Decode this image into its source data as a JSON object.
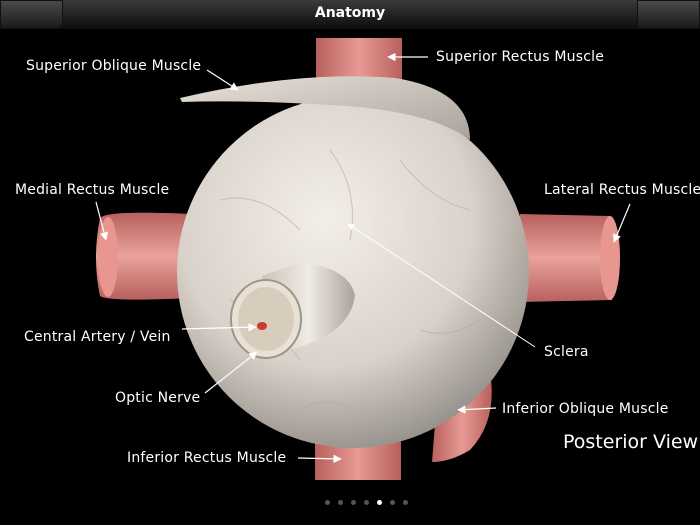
{
  "topbar": {
    "title": "Anatomy"
  },
  "labels": {
    "superior_oblique": "Superior Oblique Muscle",
    "superior_rectus": "Superior Rectus Muscle",
    "medial_rectus": "Medial Rectus Muscle",
    "lateral_rectus": "Lateral Rectus Muscle",
    "central_artery": "Central Artery / Vein",
    "optic_nerve": "Optic Nerve",
    "sclera": "Sclera",
    "inferior_oblique": "Inferior Oblique Muscle",
    "inferior_rectus": "Inferior Rectus Muscle"
  },
  "view_title": "Posterior View",
  "pager": {
    "total": 7,
    "active": 5
  },
  "colors": {
    "muscle": "#d98a86",
    "sclera": "#e2dcd4",
    "background": "#000000"
  }
}
